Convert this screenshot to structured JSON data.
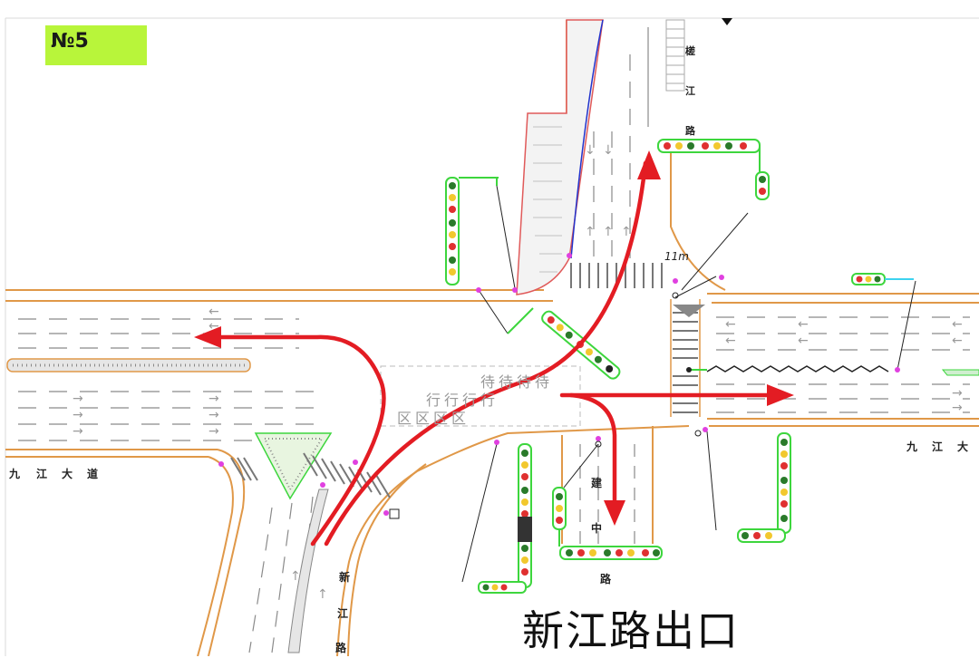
{
  "badge": {
    "label": "№5"
  },
  "caption": "新江路出口",
  "roads": {
    "north_chars": [
      "槎",
      "江",
      "路"
    ],
    "west_chars": [
      "九",
      "江",
      "大",
      "道"
    ],
    "east_chars": [
      "九",
      "江",
      "大"
    ],
    "south_center_chars": [
      "建",
      "中"
    ],
    "south_center_bottom": "路",
    "southwest_chars": [
      "新",
      "江",
      "路"
    ]
  },
  "dimension_label": "11m",
  "waiting_zone": {
    "row1": [
      "待",
      "待",
      "待",
      "待"
    ],
    "row2": [
      "行",
      "行",
      "行",
      "行"
    ],
    "row3": [
      "区",
      "区",
      "区",
      "区"
    ]
  },
  "colors": {
    "arrow": "#e31c23",
    "road_edge": "#e09848",
    "badge": "#b8f53a",
    "signal_pole": "#3dd63d",
    "signal_marker": "#e040e0"
  },
  "icons": {
    "arrow": "red-flow-arrow",
    "signal": "traffic-signal-icon"
  }
}
